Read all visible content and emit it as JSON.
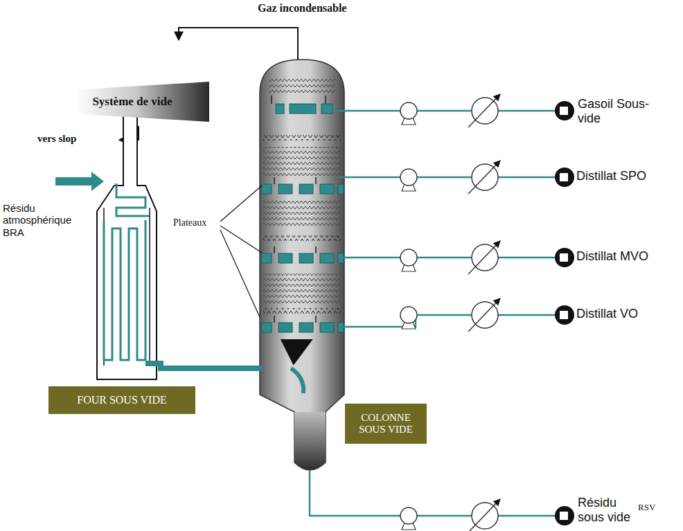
{
  "diagram": {
    "nodes": [
      {
        "text": [
          "Système de vide"
        ]
      },
      {
        "text": [
          "FOUR SOUS VIDE"
        ]
      },
      {
        "text": [
          "COLONNE SOUS VIDE"
        ]
      }
    ],
    "labels": [
      "Gaz incondensable",
      "vers slop",
      "Résidu atmosphérique BRA",
      "Plateaux",
      "Gasoil Sous-vide",
      "Distillat SPO",
      "Distillat MVO",
      "Distillat VO",
      "Résidu sous vide",
      "RSV"
    ]
  }
}
